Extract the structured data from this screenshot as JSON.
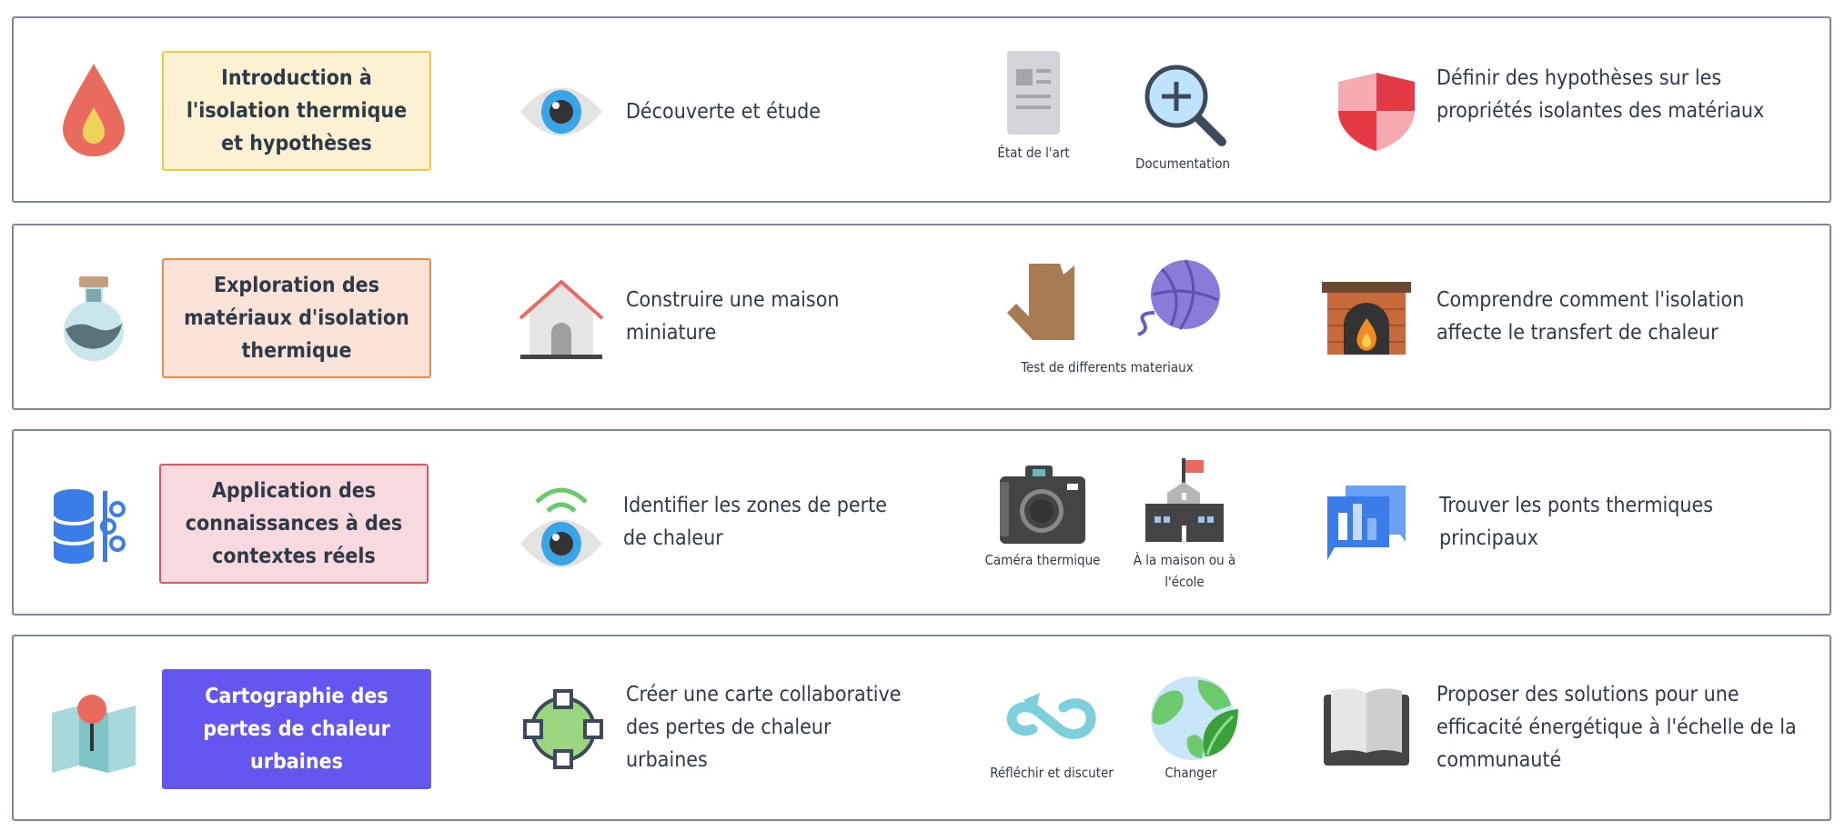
{
  "rows": [
    {
      "phase": "Introduction à l'isolation thermique et hypothèses",
      "activity": "Découverte et étude",
      "tools": [
        "État de l'art",
        "Documentation"
      ],
      "outcome": "Définir des hypothèses sur les propriétés isolantes des matériaux",
      "phase_icon": "drop-icon",
      "activity_icon": "eye-icon",
      "tool_icons": [
        "document-icon",
        "magnifier-icon"
      ],
      "outcome_icon": "shield-icon"
    },
    {
      "phase": "Exploration des matériaux d'isolation thermique",
      "activity": "Construire une maison miniature",
      "tools": [
        "Test de differents materiaux"
      ],
      "outcome": "Comprendre comment l'isolation affecte le transfert de chaleur",
      "phase_icon": "flask-icon",
      "activity_icon": "house-icon",
      "tool_icons": [
        "wood-icon",
        "yarn-icon"
      ],
      "outcome_icon": "fireplace-icon"
    },
    {
      "phase": "Application des connaissances à des contextes réels",
      "activity": "Identifier les zones de perte de chaleur",
      "tools": [
        "Caméra thermique",
        "À la maison ou à l'école"
      ],
      "outcome": "Trouver les ponts thermiques principaux",
      "phase_icon": "database-icon",
      "activity_icon": "eye-signal-icon",
      "tool_icons": [
        "camera-icon",
        "school-icon"
      ],
      "outcome_icon": "chart-chat-icon"
    },
    {
      "phase": "Cartographie des pertes de chaleur urbaines",
      "activity": "Créer une carte collaborative des pertes de chaleur urbaines",
      "tools": [
        "Réfléchir et discuter",
        "Changer"
      ],
      "outcome": "Proposer des solutions pour une efficacité énergétique à l'échelle de la communauté",
      "phase_icon": "map-pin-icon",
      "activity_icon": "vector-node-icon",
      "tool_icons": [
        "infinity-icon",
        "globe-leaf-icon"
      ],
      "outcome_icon": "book-icon"
    }
  ],
  "colors": {
    "row1_bg": "#fdf1d4",
    "row1_border": "#f5c842",
    "row2_bg": "#f9e3d8",
    "row2_border": "#e98a4c",
    "row3_bg": "#f8d9dd",
    "row3_border": "#e05566",
    "row4_bg": "#6457f0"
  }
}
